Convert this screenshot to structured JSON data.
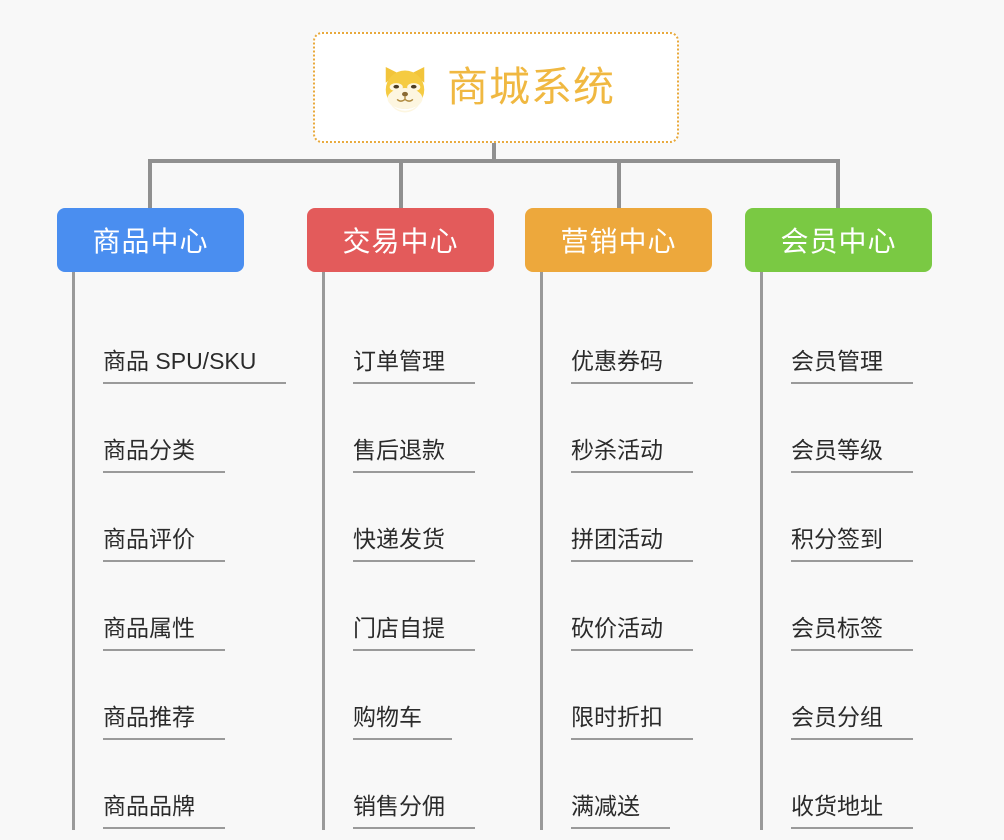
{
  "diagram": {
    "type": "mindmap-org-chart",
    "background_color": "#f8f8f8",
    "root": {
      "title": "商城系统",
      "icon": "shiba-dog-face-emoji",
      "border_color": "#e8a93c",
      "text_color": "#f0b841",
      "background_color": "#ffffff"
    },
    "connector_color": "#909090",
    "rail_color": "#9a9a9a",
    "leaf_text_color": "#2b2b2b",
    "columns": [
      {
        "title": "商品中心",
        "color": "#4a8ef0",
        "items": [
          "商品 SPU/SKU",
          "商品分类",
          "商品评价",
          "商品属性",
          "商品推荐",
          "商品品牌"
        ]
      },
      {
        "title": "交易中心",
        "color": "#e35b5b",
        "items": [
          "订单管理",
          "售后退款",
          "快递发货",
          "门店自提",
          "购物车",
          "销售分佣"
        ]
      },
      {
        "title": "营销中心",
        "color": "#eda83c",
        "items": [
          "优惠券码",
          "秒杀活动",
          "拼团活动",
          "砍价活动",
          "限时折扣",
          "满减送"
        ]
      },
      {
        "title": "会员中心",
        "color": "#7ac943",
        "items": [
          "会员管理",
          "会员等级",
          "积分签到",
          "会员标签",
          "会员分组",
          "收货地址"
        ]
      }
    ]
  }
}
